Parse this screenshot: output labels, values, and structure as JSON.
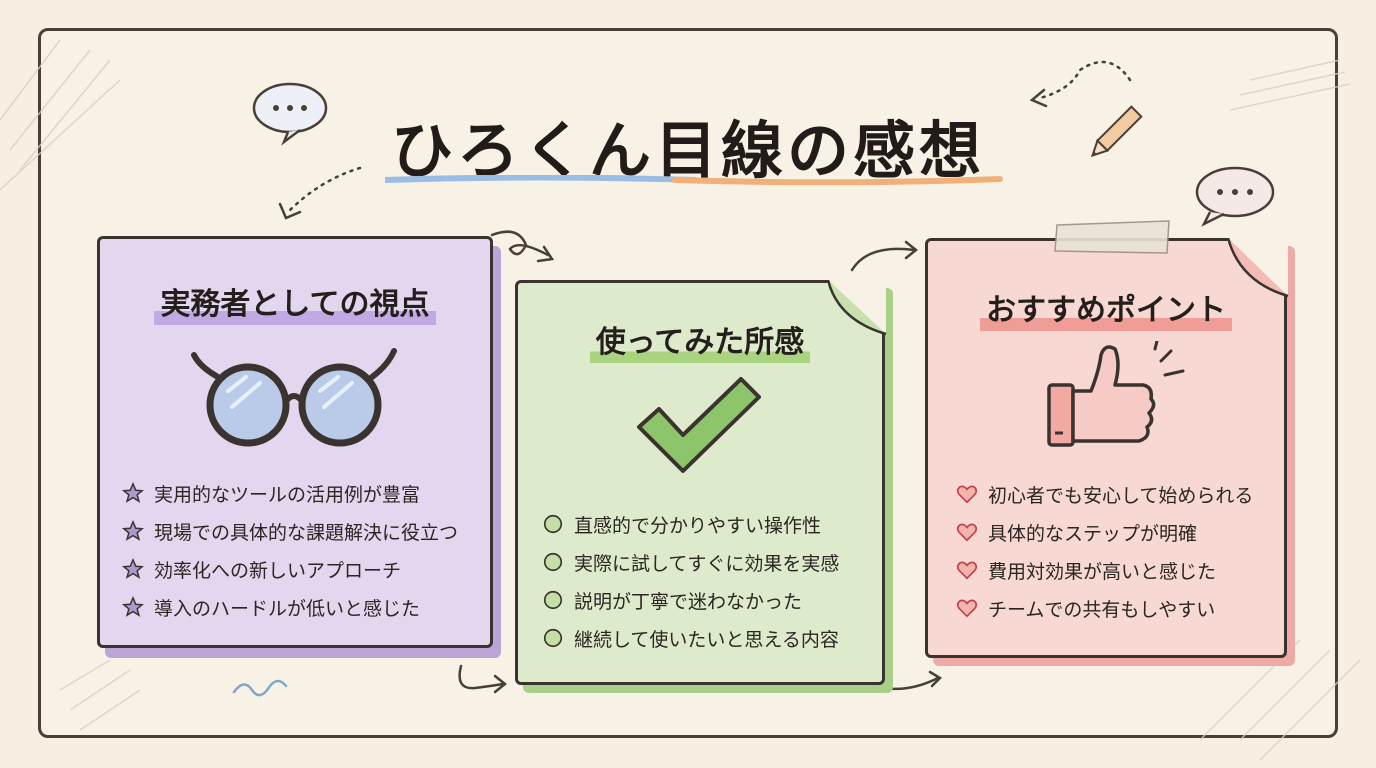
{
  "title": "ひろくん目線の感想",
  "cards": [
    {
      "title": "実務者としての視点",
      "icon": "glasses-icon",
      "bullet_icon": "star-icon",
      "items": [
        "実用的なツールの活用例が豊富",
        "現場での具体的な課題解決に役立つ",
        "効率化への新しいアプローチ",
        "導入のハードルが低いと感じた"
      ]
    },
    {
      "title": "使ってみた所感",
      "icon": "checkmark-icon",
      "bullet_icon": "circle-icon",
      "items": [
        "直感的で分かりやすい操作性",
        "実際に試してすぐに効果を実感",
        "説明が丁寧で迷わなかった",
        "継続して使いたいと思える内容"
      ]
    },
    {
      "title": "おすすめポイント",
      "icon": "thumbs-up-icon",
      "bullet_icon": "heart-icon",
      "items": [
        "初心者でも安心して始められる",
        "具体的なステップが明確",
        "費用対効果が高いと感じた",
        "チームでの共有もしやすい"
      ]
    }
  ],
  "colors": {
    "purple_card": "#e3d6ef",
    "green_card": "#ddebcc",
    "red_card": "#f7d8d3",
    "background": "#f8f1e5"
  }
}
